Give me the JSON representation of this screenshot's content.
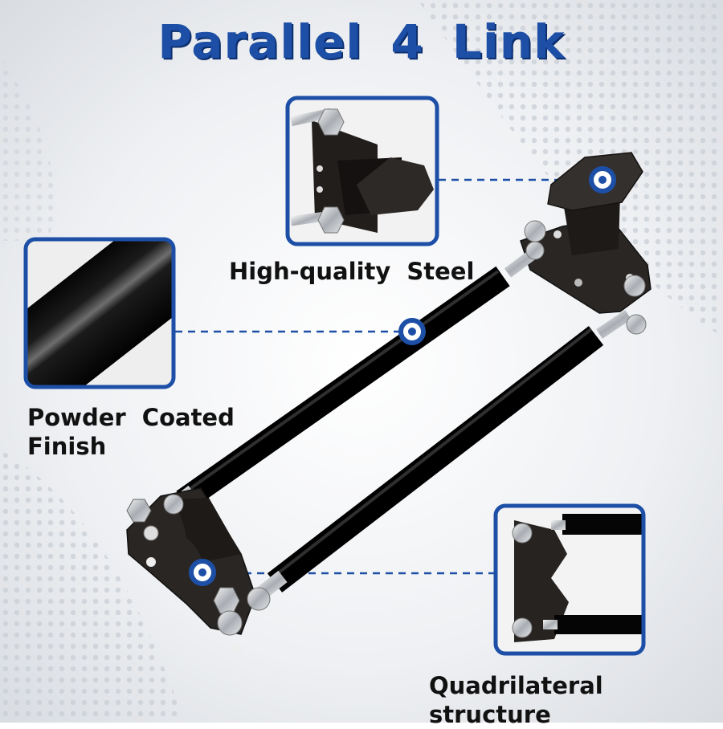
{
  "title": "Parallel 4 Link",
  "callouts": {
    "steel": "High-quality Steel",
    "powder_line1": "Powder Coated",
    "powder_line2": "Finish",
    "structure": "Quadrilateral structure"
  },
  "colors": {
    "accent_blue": "#1d4fa6",
    "tube_black": "#0c0c0c",
    "bracket_dark": "#262220",
    "background": "#eef0f3"
  },
  "icons": [
    "callout-dot-icon",
    "hex-bolt-icon"
  ]
}
